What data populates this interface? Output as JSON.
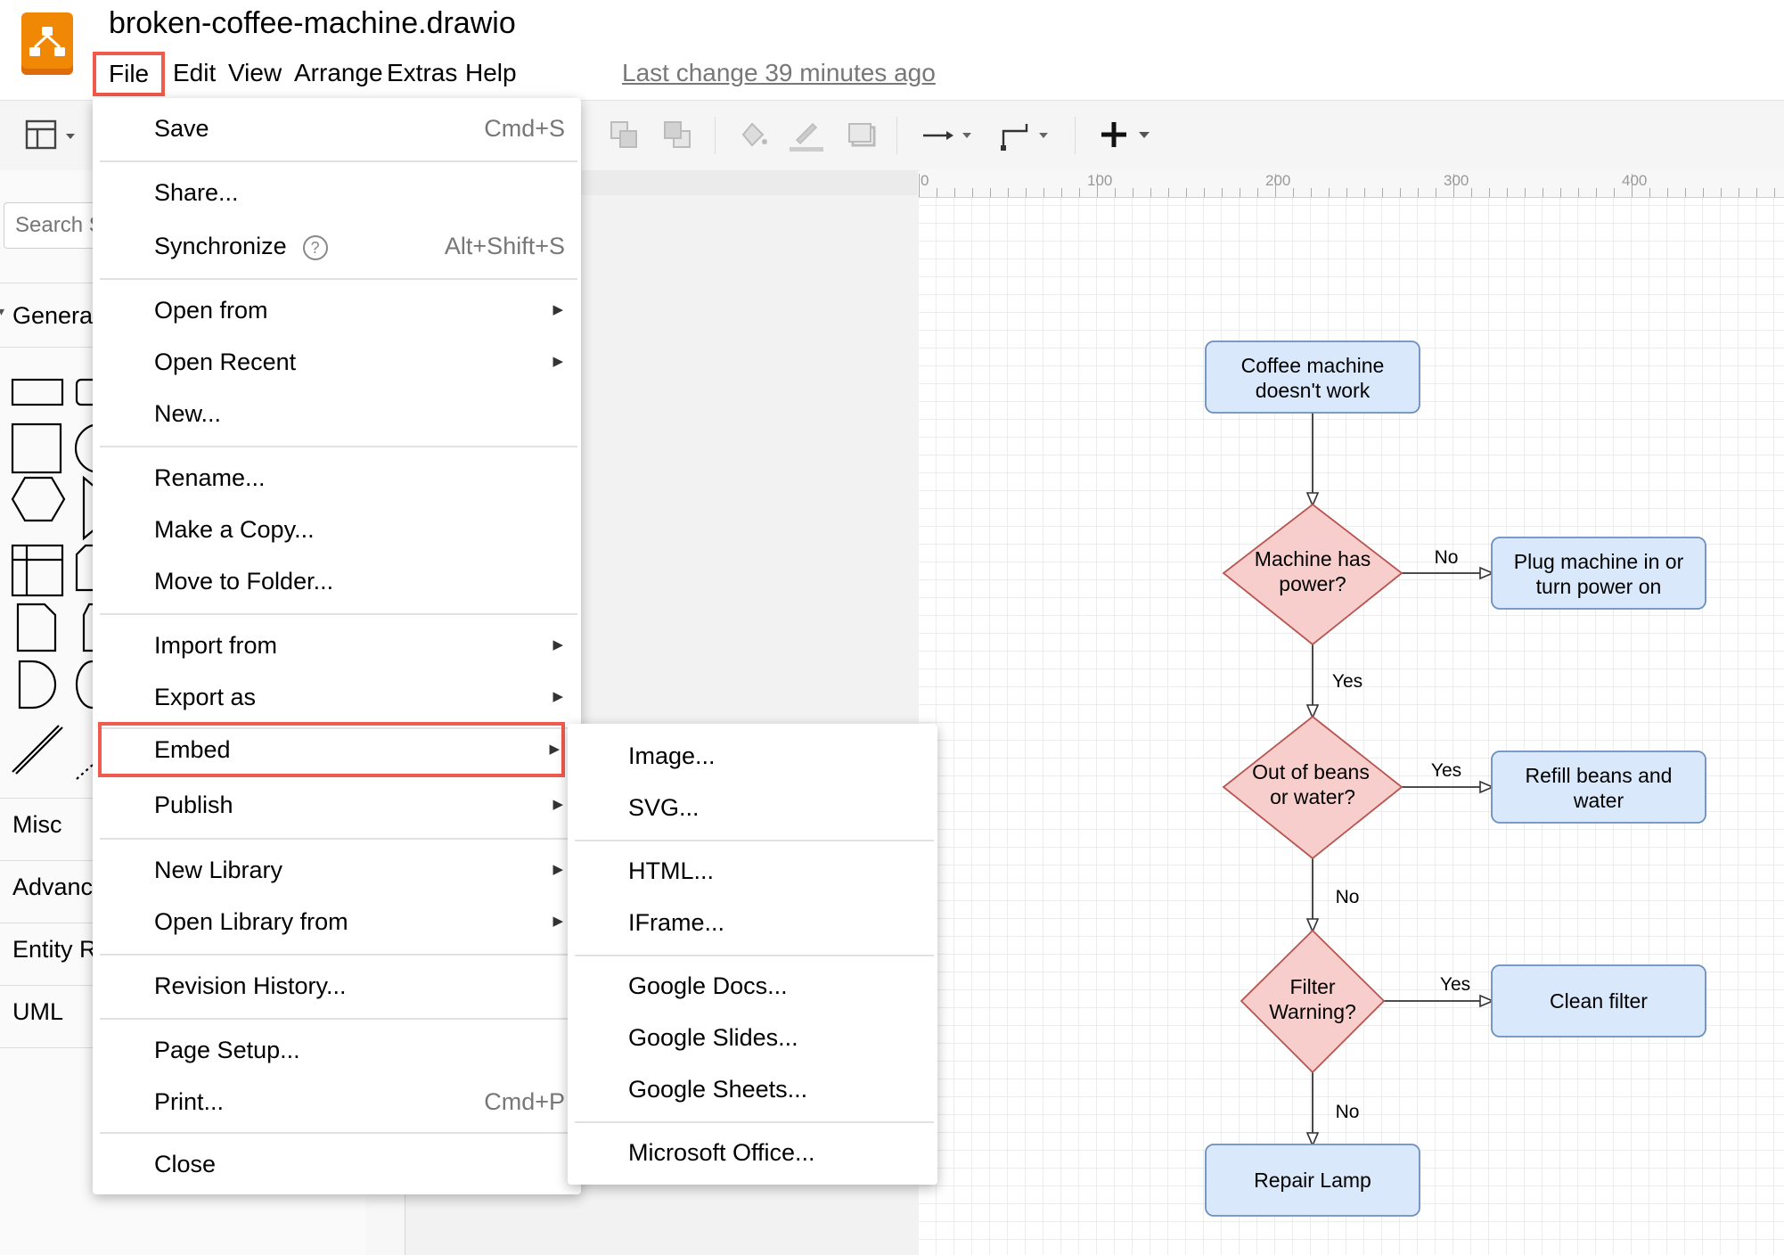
{
  "header": {
    "title": "broken-coffee-machine.drawio",
    "last_change": "Last change 39 minutes ago",
    "brand_color": "#f08705"
  },
  "menubar": {
    "items": [
      "File",
      "Edit",
      "View",
      "Arrange",
      "Extras",
      "Help"
    ],
    "active": "File"
  },
  "sidebar": {
    "search_placeholder": "Search Shapes",
    "categories": [
      "General",
      "Misc",
      "Advanced",
      "Entity Relation",
      "UML"
    ]
  },
  "ruler": {
    "labels": [
      "0",
      "100",
      "200",
      "300",
      "400"
    ]
  },
  "file_menu": {
    "items": [
      {
        "label": "Save",
        "shortcut": "Cmd+S"
      },
      {
        "label": "Share..."
      },
      {
        "label": "Synchronize",
        "shortcut": "Alt+Shift+S",
        "icon": "help-icon"
      },
      {
        "label": "Open from",
        "submenu": true
      },
      {
        "label": "Open Recent",
        "submenu": true
      },
      {
        "label": "New..."
      },
      {
        "label": "Rename..."
      },
      {
        "label": "Make a Copy..."
      },
      {
        "label": "Move to Folder..."
      },
      {
        "label": "Import from",
        "submenu": true
      },
      {
        "label": "Export as",
        "submenu": true
      },
      {
        "label": "Embed",
        "submenu": true,
        "highlighted": true
      },
      {
        "label": "Publish",
        "submenu": true
      },
      {
        "label": "New Library",
        "submenu": true
      },
      {
        "label": "Open Library from",
        "submenu": true
      },
      {
        "label": "Revision History..."
      },
      {
        "label": "Page Setup..."
      },
      {
        "label": "Print...",
        "shortcut": "Cmd+P"
      },
      {
        "label": "Close"
      }
    ]
  },
  "embed_submenu": {
    "items": [
      "Image...",
      "SVG...",
      "HTML...",
      "IFrame...",
      "Google Docs...",
      "Google Slides...",
      "Google Sheets...",
      "Microsoft Office..."
    ]
  },
  "flowchart": {
    "nodes": {
      "start": [
        "Coffee machine",
        "doesn't work"
      ],
      "q_power": [
        "Machine has",
        "power?"
      ],
      "a_power": [
        "Plug machine in or",
        "turn power on"
      ],
      "q_beans": [
        "Out of beans",
        "or water?"
      ],
      "a_beans": [
        "Refill beans and",
        "water"
      ],
      "q_filter": [
        "Filter",
        "Warning?"
      ],
      "a_filter": [
        "Clean filter"
      ],
      "end": [
        "Repair Lamp"
      ]
    },
    "edge_labels": {
      "power_no": "No",
      "power_yes": "Yes",
      "beans_yes": "Yes",
      "beans_no": "No",
      "filter_yes": "Yes",
      "filter_no": "No"
    },
    "colors": {
      "process_fill": "#dae8fc",
      "process_stroke": "#6c8ebf",
      "decision_fill": "#f8cecc",
      "decision_stroke": "#b85450"
    }
  }
}
